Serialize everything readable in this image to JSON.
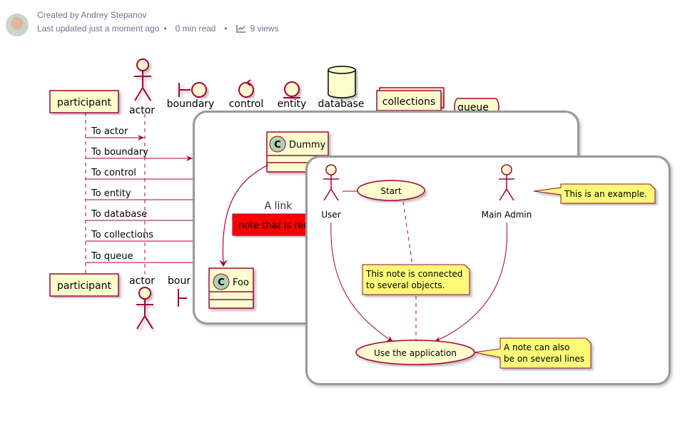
{
  "header": {
    "created_by": "Created by Andrey Stepanov",
    "last_updated": "Last updated just a moment ago",
    "read_time": "0 min read",
    "views": "9 views",
    "views_icon": "line-chart-icon"
  },
  "sequence": {
    "participants": [
      "participant",
      "actor",
      "boundary",
      "control",
      "entity",
      "database",
      "collections",
      "queue"
    ],
    "bottom_labels": {
      "participant": "participant",
      "actor": "actor",
      "boundary": "bour"
    },
    "messages": [
      "To actor",
      "To boundary",
      "To control",
      "To entity",
      "To database",
      "To collections",
      "To queue"
    ]
  },
  "class_diagram": {
    "classes": [
      "Dummy",
      "Foo"
    ],
    "class_stereotype": "C",
    "link_label": "A link",
    "red_note": "note that is red",
    "red_note_color": "#FF0000"
  },
  "usecase_diagram": {
    "actors": [
      "User",
      "Main Admin"
    ],
    "usecases": [
      "Start",
      "Use the application"
    ],
    "notes": {
      "example": "This is an example.",
      "connected_line1": "This note is connected",
      "connected_line2": "to several objects.",
      "multiline_line1": "A note can also",
      "multiline_line2": "be on several lines"
    }
  },
  "colors": {
    "line": "#A80036",
    "fill": "#FEFECE",
    "note": "#FBFB77",
    "panel_border": "#999999",
    "meta_text": "#6B778C"
  }
}
